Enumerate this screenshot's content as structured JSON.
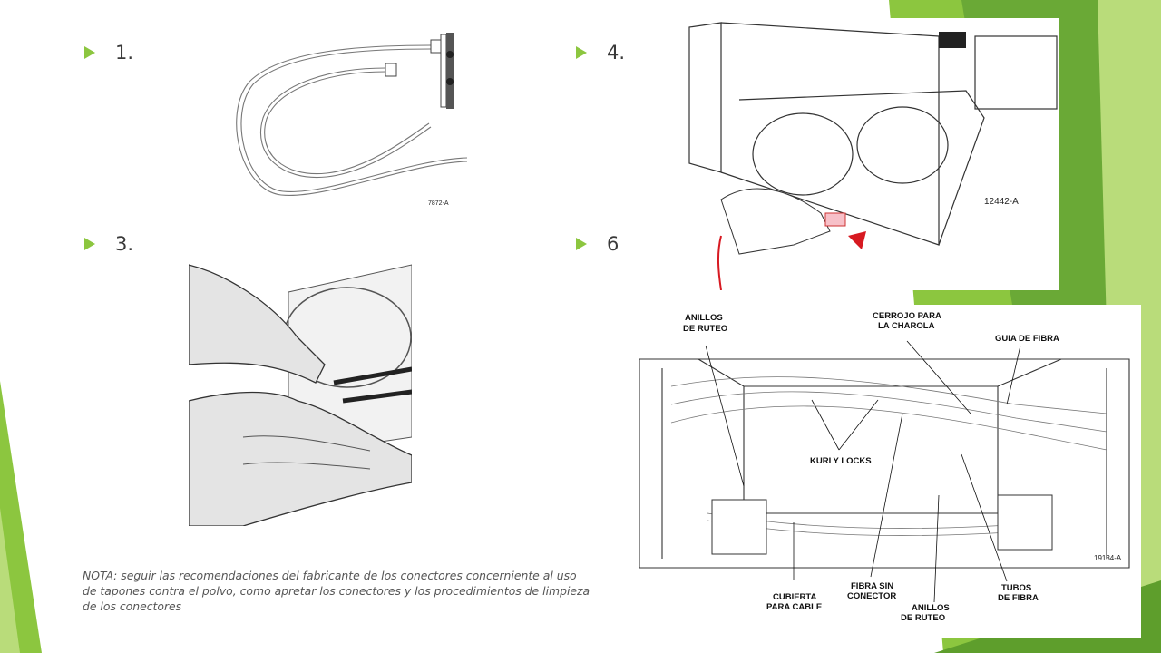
{
  "slide": {
    "bullets": [
      {
        "text": "1."
      },
      {
        "text": "3."
      },
      {
        "text": "4."
      },
      {
        "text": "6"
      }
    ],
    "note": "NOTA: seguir las recomendaciones del fabricante de los conectores concerniente al uso de tapones contra el polvo, como apretar los conectores y los procedimientos de limpieza de los conectores"
  },
  "figures": {
    "fig1": {
      "code": "7872-A"
    },
    "fig4": {
      "code": "12442-A"
    },
    "fig6": {
      "code": "19134-A",
      "labels": {
        "anillos_ruteo_top": [
          "ANILLOS",
          "DE RUTEO"
        ],
        "cerrojo": [
          "CERROJO PARA",
          "LA CHAROLA"
        ],
        "guia": [
          "GUIA DE FIBRA"
        ],
        "kurly": [
          "KURLY LOCKS"
        ],
        "cubierta": [
          "CUBIERTA",
          "PARA CABLE"
        ],
        "fibra": [
          "FIBRA SIN",
          "CONECTOR"
        ],
        "anillos_ruteo_bottom": [
          "ANILLOS",
          "DE RUTEO"
        ],
        "tubos": [
          "TUBOS",
          "DE FIBRA"
        ]
      }
    }
  },
  "theme": {
    "accent": "#8cc63f",
    "accent_dark": "#5e9e2c",
    "accent_light": "#b9dc7a"
  }
}
